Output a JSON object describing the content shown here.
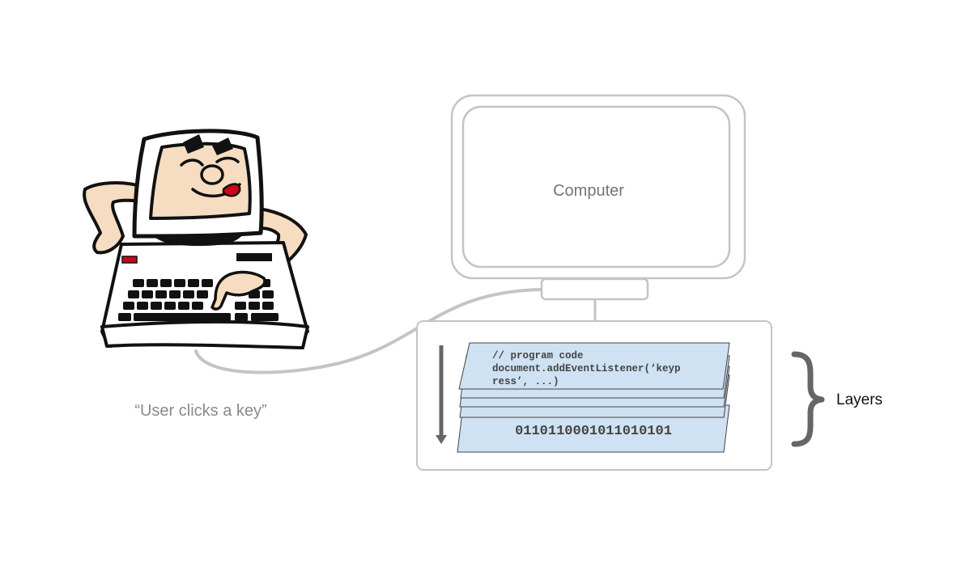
{
  "computer": {
    "label": "Computer"
  },
  "user": {
    "caption": "“User clicks a key”"
  },
  "layers": {
    "label": "Layers",
    "code_lines": [
      "// program code",
      "document.addEventListener(‘keyp",
      "ress’, ...)"
    ],
    "binary": "0110110001011010101"
  },
  "colors": {
    "outline": "#c4c4c4",
    "layer_fill": "#cfe2f3",
    "arrow": "#666666",
    "brace": "#666666"
  }
}
